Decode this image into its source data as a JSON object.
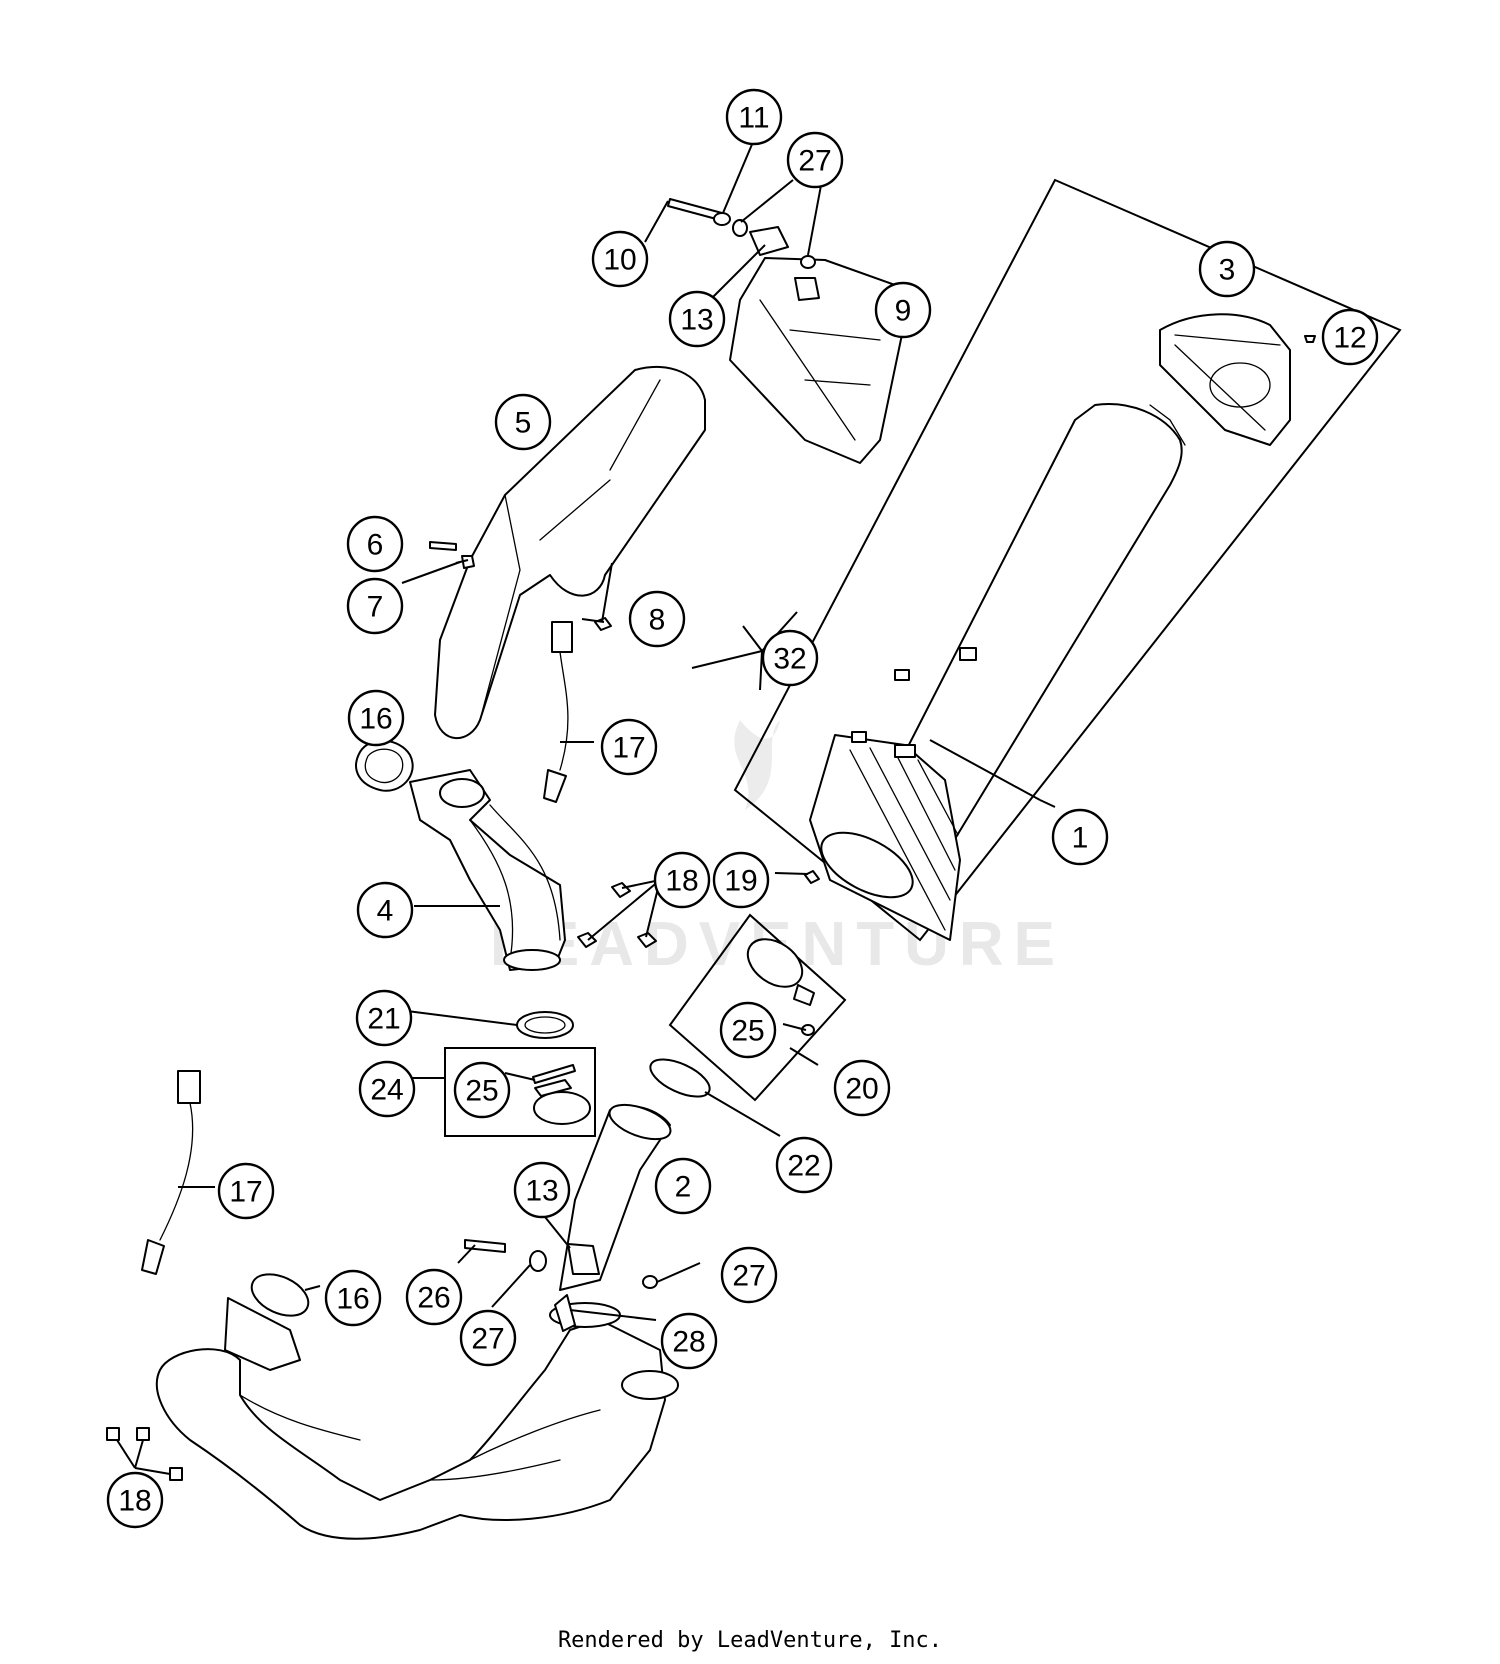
{
  "footer": {
    "credit": "Rendered by LeadVenture, Inc."
  },
  "watermark": {
    "text": "LEADVENTURE"
  },
  "callouts": [
    "1",
    "2",
    "3",
    "4",
    "5",
    "6",
    "7",
    "8",
    "9",
    "10",
    "11",
    "12",
    "13",
    "16",
    "17",
    "18",
    "19",
    "20",
    "21",
    "22",
    "24",
    "25",
    "26",
    "27",
    "28",
    "32"
  ]
}
